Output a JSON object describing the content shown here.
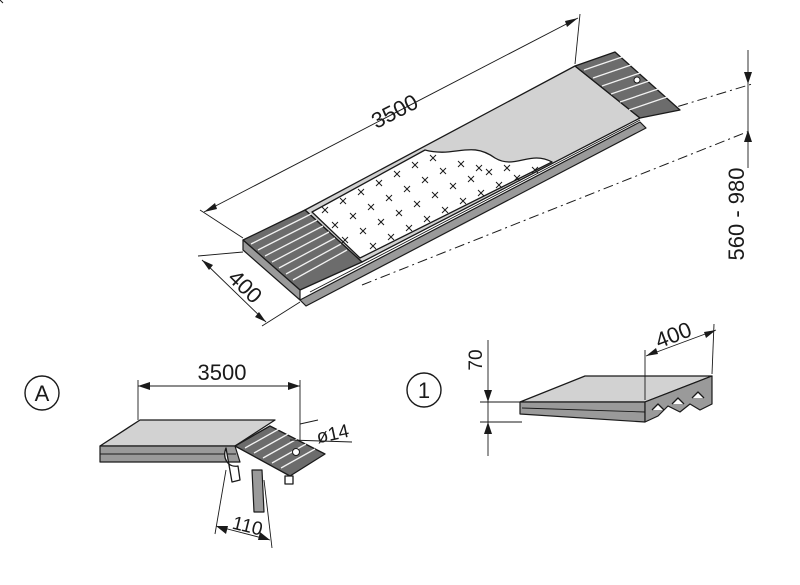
{
  "main_view": {
    "length_label": "3500",
    "width_label": "400",
    "height_label": "560 - 980"
  },
  "detail_a": {
    "marker": "A",
    "length_label": "3500",
    "diameter_label": "ø14",
    "offset_label": "110"
  },
  "detail_1": {
    "marker": "1",
    "height_label": "70",
    "width_label": "400"
  },
  "colors": {
    "line": "#1a1a1a",
    "surface_light": "#d2d2d2",
    "surface_dark": "#9a9a9a",
    "grip": "#6c6c6c"
  }
}
